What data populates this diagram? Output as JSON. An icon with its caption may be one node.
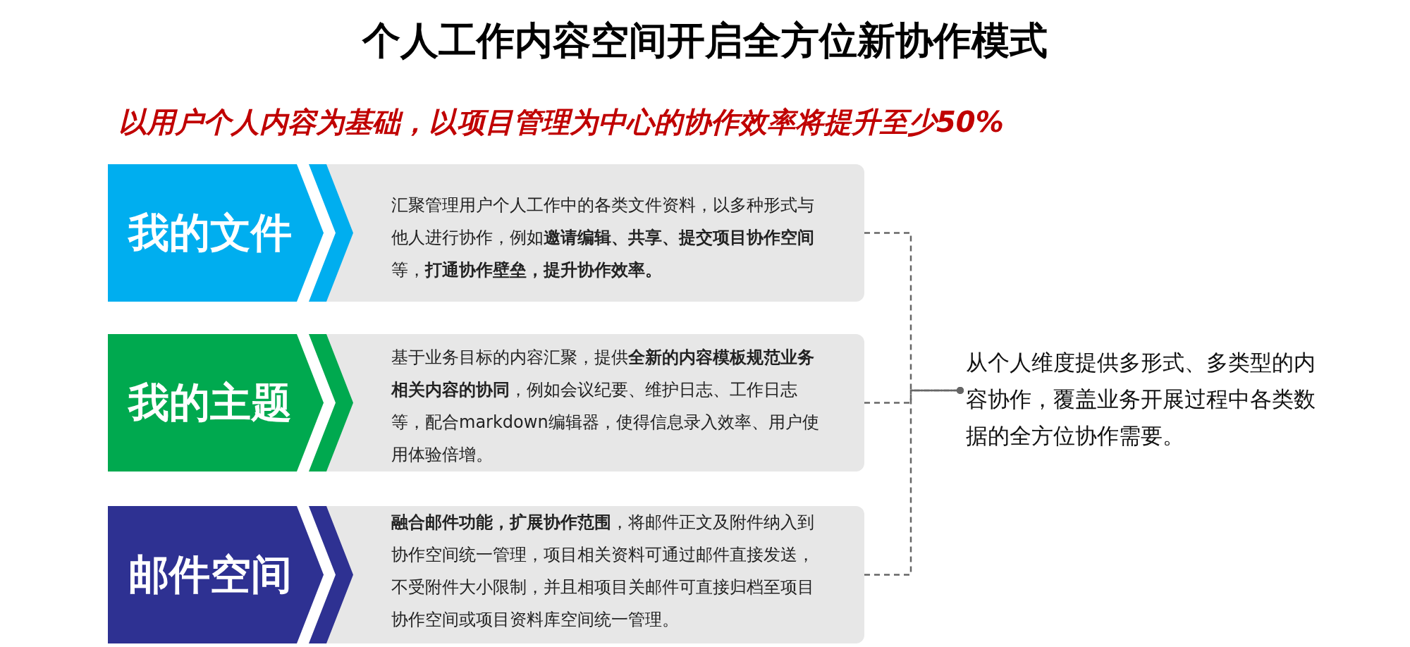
{
  "diagram": {
    "title": "个人工作内容空间开启全方位新协作模式",
    "nodes": [
      {
        "text": [
          "我的文件",
          "汇聚管理用户个人工作中的各类文件资料，以多种形式与他人进行协作，例如**邀请编辑、共享、提交项目协作空间**等，**打通协作壁垒，提升协作效率。**"
        ]
      },
      {
        "text": [
          "我的主题",
          "基于业务目标的内容汇聚，提供**全新的内容模板规范业务相关内容的协同**，例如会议纪要、维护日志、工作日志等，配合markdown编辑器，使得信息录入效率、用户使用体验倍增。"
        ]
      },
      {
        "text": [
          "邮件空间",
          "**融合邮件功能，扩展协作范围**，将邮件正文及附件纳入到协作空间统一管理，项目相关资料可通过邮件直接发送，不受附件大小限制，并且相项目关邮件可直接归档至项目协作空间或项目资料库空间统一管理。"
        ]
      },
      {
        "text": [
          "从个人维度提供多形式、多类型的内容协作，覆盖业务开展过程中各类数据的全方位协作需要。"
        ]
      }
    ],
    "edges": [
      {
        "from": 0,
        "to": 3,
        "arrow": "other",
        "style": "dashed"
      },
      {
        "from": 1,
        "to": 3,
        "arrow": "other",
        "style": "dashed"
      },
      {
        "from": 2,
        "to": 3,
        "arrow": "other",
        "style": "dashed"
      }
    ],
    "labels": [
      "以用户个人内容为基础，以项目管理为中心的协作效率将提升至少50%"
    ]
  }
}
